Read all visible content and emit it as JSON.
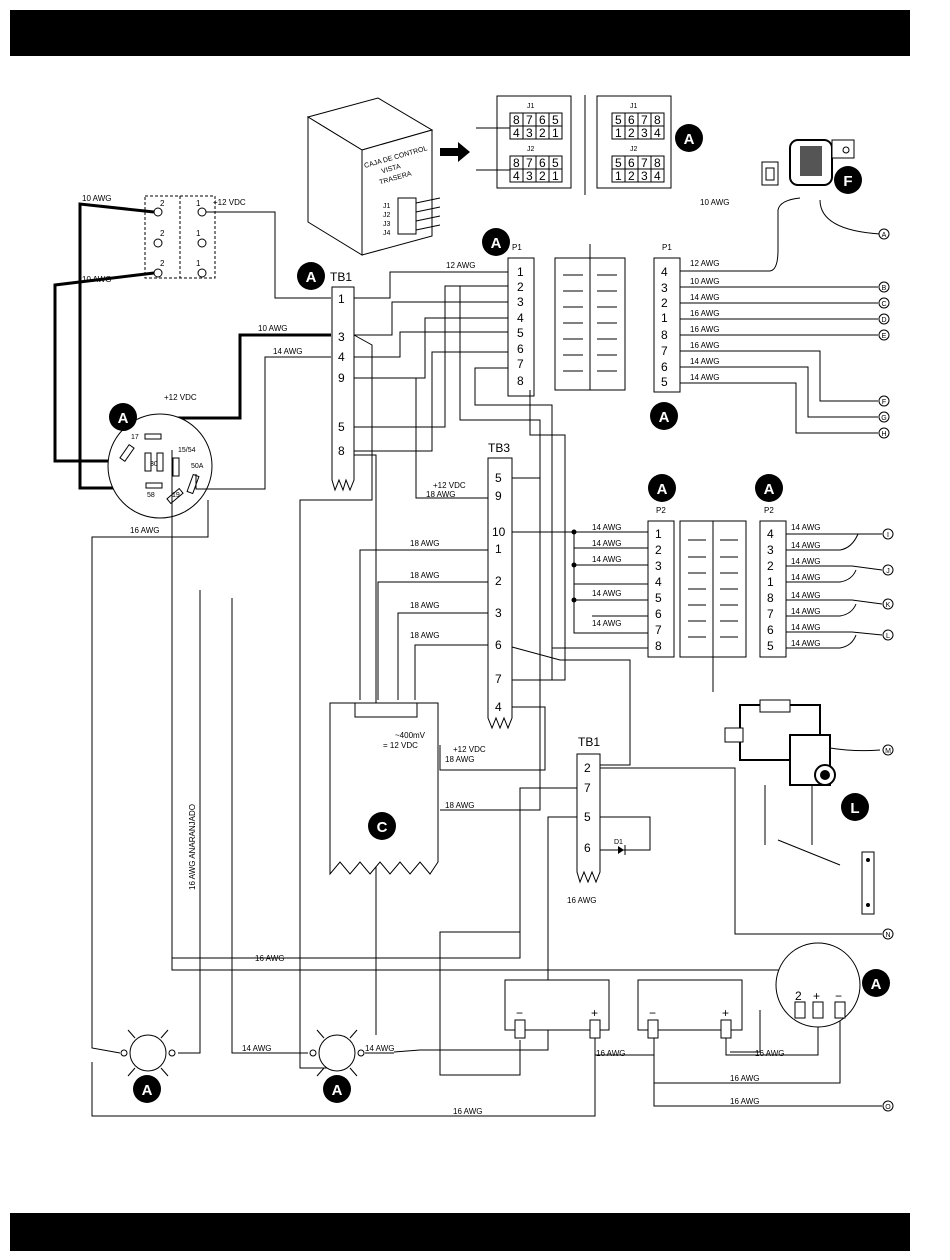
{
  "colors": {
    "bars": "#000000",
    "ink": "#000000",
    "paper": "#ffffff"
  },
  "icons": [
    "control-box-illustration",
    "arrow-right-icon",
    "relay-icon",
    "ignition-switch-icon",
    "lamp-icon",
    "battery-icon",
    "gauge-icon",
    "actuator-illustration",
    "diode-icon"
  ],
  "control_box": {
    "line1": "CAJA DE CONTROL",
    "line2": "VISTA",
    "line3": "TRASERA",
    "ports": [
      "J1",
      "J2",
      "J3",
      "J4"
    ]
  },
  "connector_views": {
    "left_j1_label": "J1",
    "left_j1_top": [
      "8",
      "7",
      "6",
      "5"
    ],
    "left_j1_bottom": [
      "4",
      "3",
      "2",
      "1"
    ],
    "left_j2_label": "J2",
    "left_j2_top": [
      "8",
      "7",
      "6",
      "5"
    ],
    "left_j2_bottom": [
      "4",
      "3",
      "2",
      "1"
    ],
    "right_j1_label": "J1",
    "right_j1_top": [
      "5",
      "6",
      "7",
      "8"
    ],
    "right_j1_bottom": [
      "1",
      "2",
      "3",
      "4"
    ],
    "right_j2_label": "J2",
    "right_j2_top": [
      "5",
      "6",
      "7",
      "8"
    ],
    "right_j2_bottom": [
      "1",
      "2",
      "3",
      "4"
    ]
  },
  "badges": {
    "A": "A",
    "C": "C",
    "F": "F",
    "L": "L"
  },
  "relay": {
    "pin2": "2",
    "pin1": "1",
    "vdc": "+12 VDC",
    "awg_top": "10 AWG",
    "awg_bottom": "10 AWG"
  },
  "ignition": {
    "pins": [
      "17",
      "30",
      "15/54",
      "50A",
      "58",
      "19"
    ],
    "vdc": "+12 VDC"
  },
  "tb1_left": {
    "title": "TB1",
    "pins": [
      "1",
      "3",
      "4",
      "9",
      "5",
      "8"
    ]
  },
  "tb1_wires": {
    "w10": "10 AWG",
    "w14": "14 AWG",
    "w12": "12 AWG"
  },
  "p1_left": {
    "title": "P1",
    "pins": [
      "1",
      "2",
      "3",
      "4",
      "5",
      "6",
      "7",
      "8"
    ]
  },
  "p1_right": {
    "title": "P1",
    "pins": [
      "4",
      "3",
      "2",
      "1",
      "8",
      "7",
      "6",
      "5"
    ],
    "awg": [
      "12 AWG",
      "10 AWG",
      "14 AWG",
      "16 AWG",
      "16 AWG",
      "16 AWG",
      "14 AWG",
      "14 AWG"
    ]
  },
  "f_wire": "10 AWG",
  "tb3": {
    "title": "TB3",
    "pins": [
      "5",
      "9",
      "10",
      "1",
      "2",
      "3",
      "6",
      "7",
      "4"
    ],
    "vdc": "+12 VDC",
    "awg_18": "18 AWG"
  },
  "p2_left": {
    "title": "P2",
    "pins": [
      "1",
      "2",
      "3",
      "4",
      "5",
      "6",
      "7",
      "8"
    ],
    "awg": [
      "14 AWG",
      "14 AWG",
      "14 AWG",
      "14 AWG",
      "14 AWG"
    ]
  },
  "p2_right": {
    "title": "P2",
    "pins": [
      "4",
      "3",
      "2",
      "1",
      "8",
      "7",
      "6",
      "5"
    ],
    "awg": [
      "14 AWG",
      "14 AWG",
      "14 AWG",
      "14 AWG",
      "14 AWG",
      "14 AWG",
      "14 AWG",
      "14 AWG"
    ]
  },
  "module_c": {
    "mv": "~400mV",
    "vdc": "= 12 VDC",
    "vdc2": "+12 VDC",
    "awg_a": "18 AWG",
    "awg_b": "18 AWG"
  },
  "tb1_right": {
    "title": "TB1",
    "pins": [
      "2",
      "7",
      "5",
      "6"
    ],
    "diode": "D1",
    "awg": "16 AWG"
  },
  "terminals": [
    "A",
    "B",
    "C",
    "D",
    "E",
    "F",
    "G",
    "H",
    "I",
    "J",
    "K",
    "L",
    "M",
    "N",
    "O"
  ],
  "bottom": {
    "orange_label": "16 AWG  ANARANJADO",
    "awg_16_left": "16 AWG",
    "awg_16_mid": "16 AWG",
    "awg_16_bot": "16 AWG",
    "lamp_14_left": "14 AWG",
    "lamp_14_right": "14 AWG",
    "batt_16_a": "16 AWG",
    "batt_16_b": "16 AWG",
    "batt_16_c": "16 AWG",
    "batt_16_d": "16 AWG",
    "batt_minus": "−",
    "batt_plus": "+",
    "gauge_labels": [
      "2",
      "+",
      "−"
    ]
  }
}
